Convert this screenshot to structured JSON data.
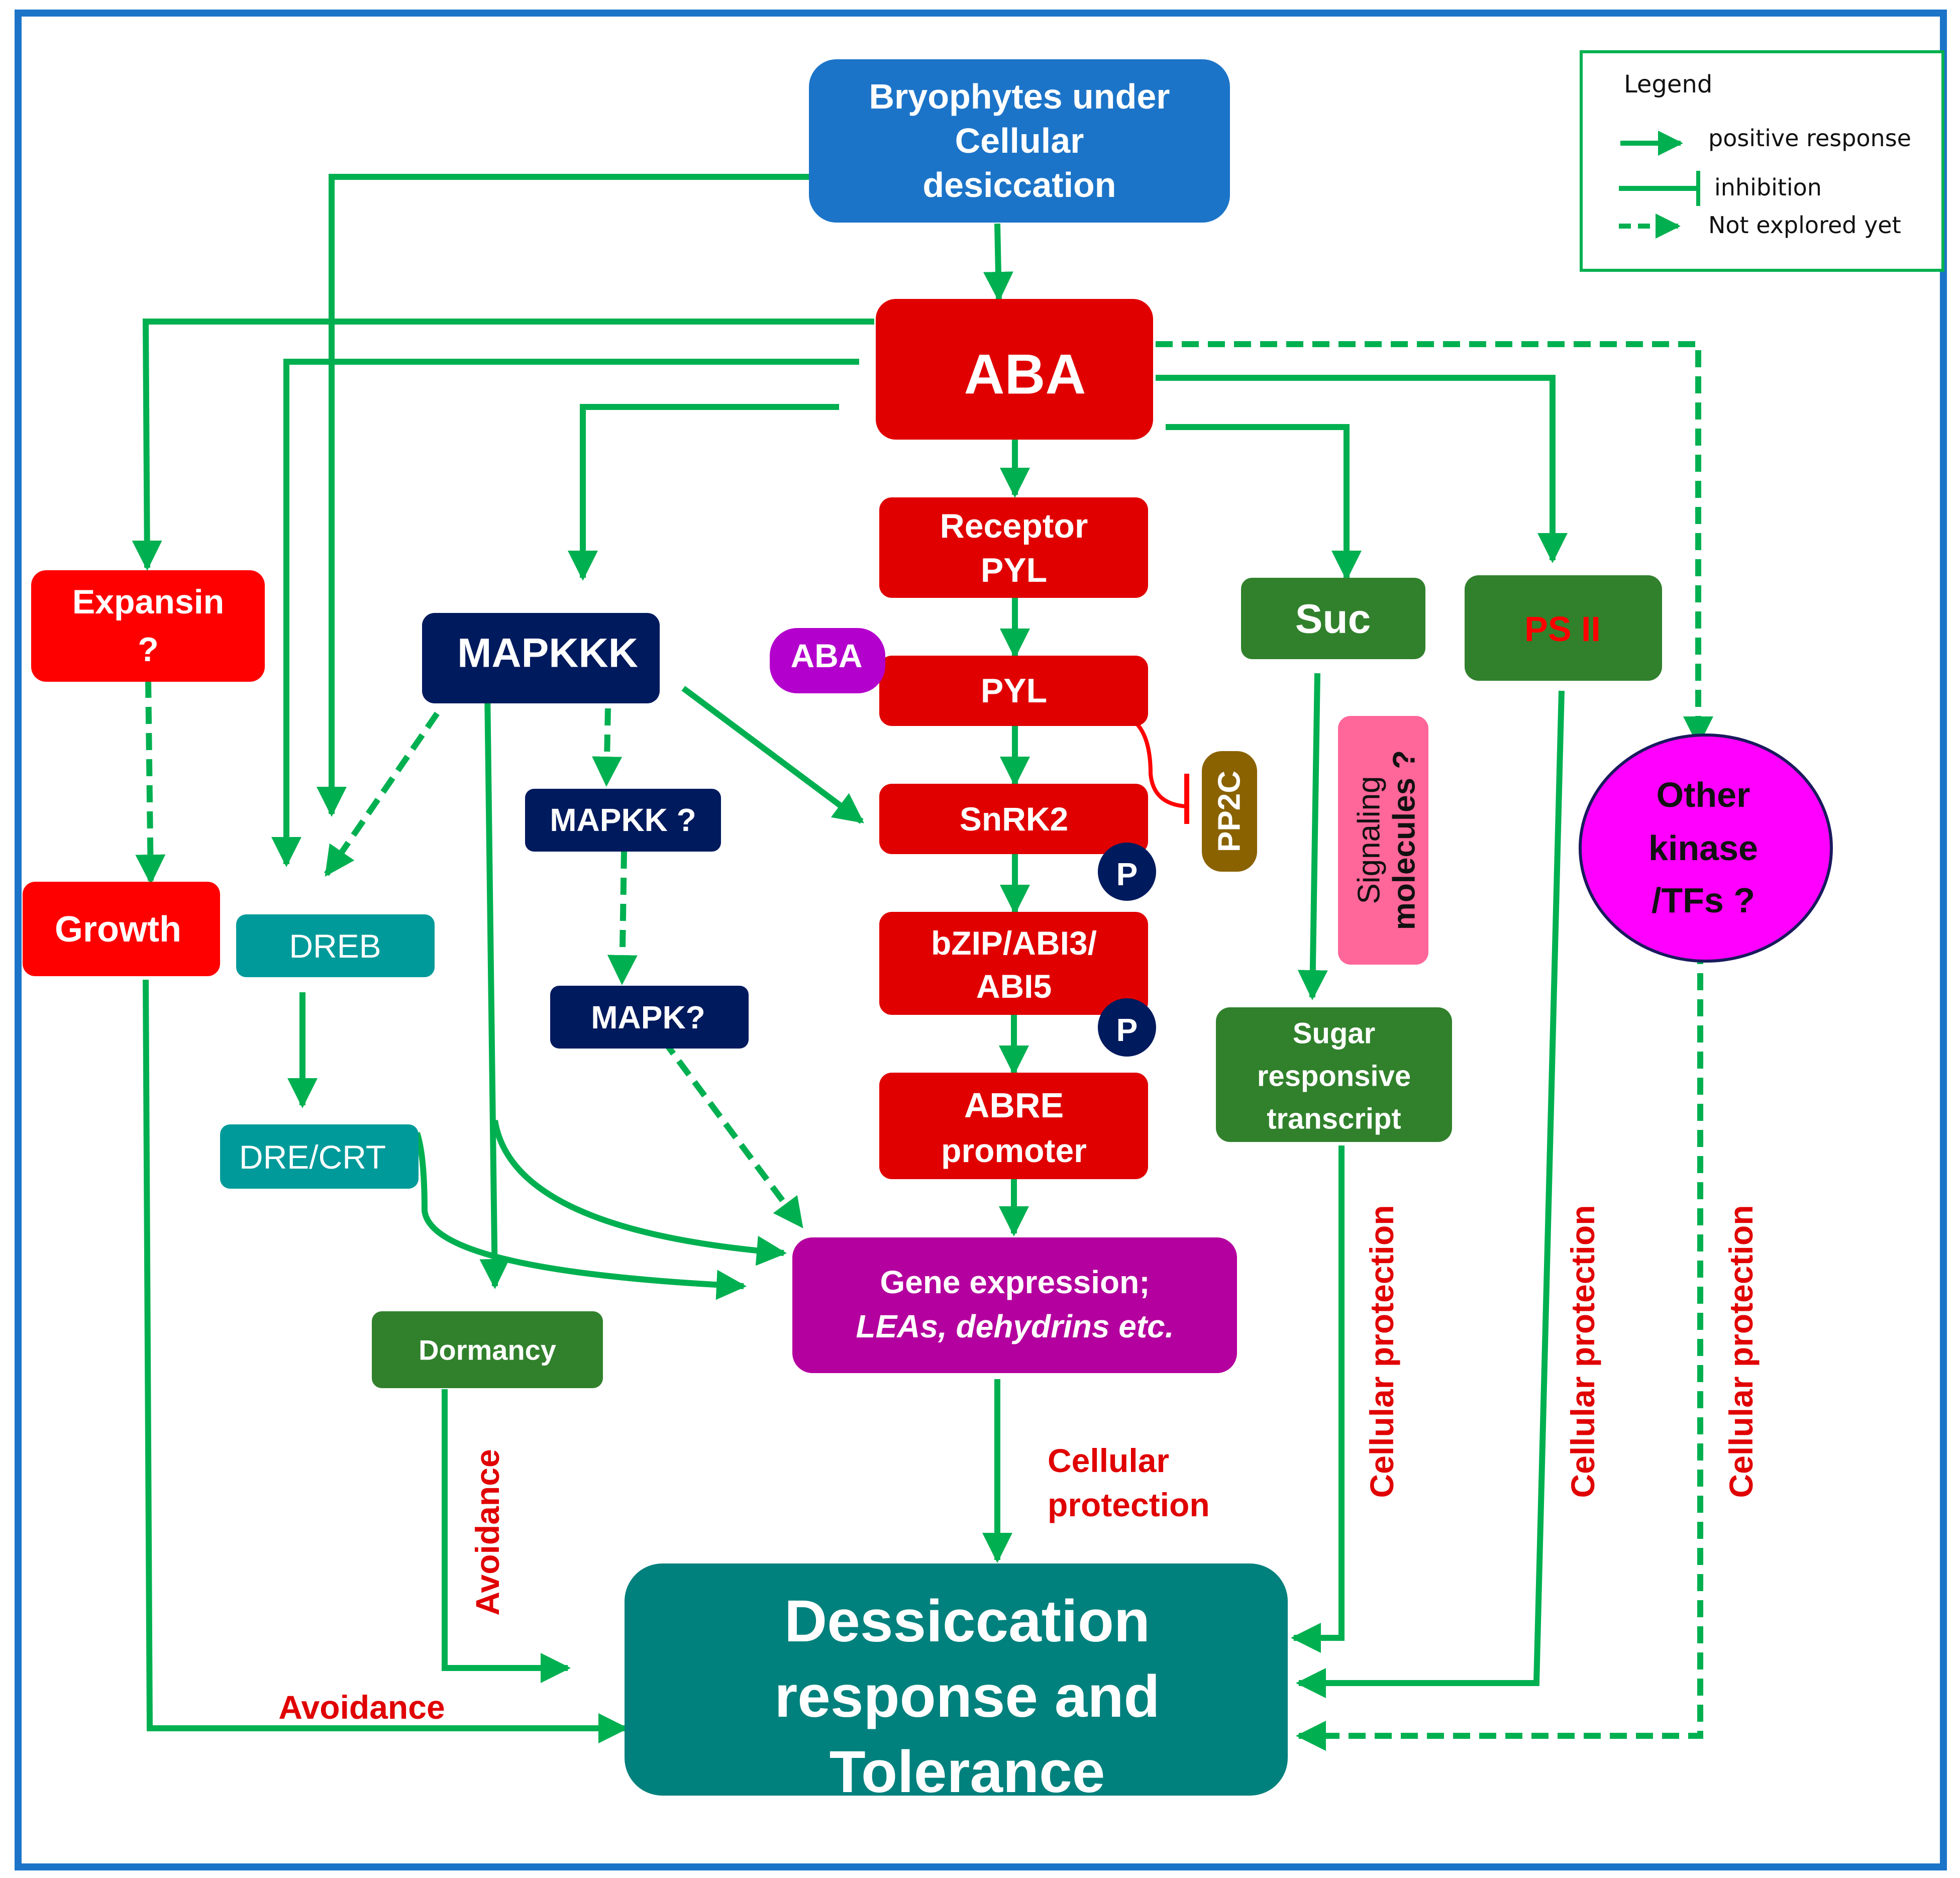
{
  "title": "ABA-mediated desiccation response pathway in bryophytes",
  "colors": {
    "frame": "#1c74c8",
    "arrow": "#00b050",
    "aba_red": "#e00000",
    "bright_red": "#ff0000",
    "navy": "#001a5e",
    "teal_light": "#009a9a",
    "dark_green": "#31812c",
    "magenta_box": "#b4009e",
    "purple_aba": "#b300cc",
    "pp2c": "#8a6200",
    "pink": "#ff6699",
    "ellipse": "#ff00ff",
    "final_teal": "#00817d",
    "blue_box": "#1c74c8"
  },
  "legend": {
    "title": "Legend",
    "items": [
      {
        "type": "arrow",
        "label": "positive response"
      },
      {
        "type": "inhibition",
        "label": "inhibition"
      },
      {
        "type": "dashed",
        "label": "Not explored yet"
      }
    ]
  },
  "nodes": {
    "bryophytes": {
      "lines": [
        "Bryophytes under",
        "Cellular",
        "desiccation"
      ]
    },
    "aba": {
      "lines": [
        "ABA"
      ]
    },
    "receptor": {
      "lines": [
        "Receptor",
        "PYL"
      ]
    },
    "aba_small": {
      "lines": [
        "ABA"
      ]
    },
    "pyl": {
      "lines": [
        "PYL"
      ]
    },
    "snrk2": {
      "lines": [
        "SnRK2"
      ]
    },
    "pp2c": {
      "lines": [
        "PP2C"
      ]
    },
    "p1": {
      "lines": [
        "P"
      ]
    },
    "bzip": {
      "lines": [
        "bZIP/ABI3/",
        "ABI5"
      ]
    },
    "p2": {
      "lines": [
        "P"
      ]
    },
    "abre": {
      "lines": [
        "ABRE",
        "promoter"
      ]
    },
    "gene": {
      "lines": [
        "Gene expression;",
        "LEAs, dehydrins etc."
      ]
    },
    "expansin": {
      "lines": [
        "Expansin",
        "?"
      ]
    },
    "growth": {
      "lines": [
        "Growth"
      ]
    },
    "dreb": {
      "lines": [
        "DREB"
      ]
    },
    "drecrt": {
      "lines": [
        "DRE/CRT"
      ]
    },
    "mapkkk": {
      "lines": [
        "MAPKKK"
      ]
    },
    "mapkk": {
      "lines": [
        "MAPKK ?"
      ]
    },
    "mapk": {
      "lines": [
        "MAPK?"
      ]
    },
    "dormancy": {
      "lines": [
        "Dormancy"
      ]
    },
    "suc": {
      "lines": [
        "Suc"
      ]
    },
    "psii": {
      "lines": [
        "PS II"
      ]
    },
    "signaling": {
      "lines": [
        "Signaling",
        "molecules ?"
      ]
    },
    "sugar": {
      "lines": [
        "Sugar",
        "responsive",
        "transcript"
      ]
    },
    "other": {
      "lines": [
        "Other",
        "kinase",
        "/TFs ?"
      ]
    },
    "final": {
      "lines": [
        "Dessiccation",
        "response and",
        "Tolerance"
      ]
    }
  },
  "edge_labels": {
    "avoidance_dormancy": "Avoidance",
    "avoidance_growth": "Avoidance",
    "cellular_protection_gene": [
      "Cellular",
      "protection"
    ],
    "cellular_protection_sugar": "Cellular protection",
    "cellular_protection_psii": "Cellular protection",
    "cellular_protection_other": "Cellular protection"
  },
  "edges": [
    {
      "from": "bryophytes",
      "to": "aba",
      "type": "positive"
    },
    {
      "from": "bryophytes",
      "to": "dreb",
      "type": "positive"
    },
    {
      "from": "aba",
      "to": "expansin",
      "type": "positive"
    },
    {
      "from": "aba",
      "to": "dreb",
      "type": "positive"
    },
    {
      "from": "aba",
      "to": "mapkkk",
      "type": "positive"
    },
    {
      "from": "aba",
      "to": "receptor",
      "type": "positive"
    },
    {
      "from": "aba",
      "to": "suc",
      "type": "positive"
    },
    {
      "from": "aba",
      "to": "psii",
      "type": "positive"
    },
    {
      "from": "aba",
      "to": "other",
      "type": "not-explored"
    },
    {
      "from": "receptor",
      "to": "pyl",
      "type": "positive"
    },
    {
      "from": "pyl",
      "to": "snrk2",
      "type": "positive"
    },
    {
      "from": "pyl",
      "to": "pp2c",
      "type": "inhibition"
    },
    {
      "from": "snrk2",
      "to": "bzip",
      "type": "positive"
    },
    {
      "from": "bzip",
      "to": "abre",
      "type": "positive"
    },
    {
      "from": "abre",
      "to": "gene",
      "type": "positive"
    },
    {
      "from": "expansin",
      "to": "growth",
      "type": "not-explored"
    },
    {
      "from": "mapkkk",
      "to": "dreb",
      "type": "not-explored"
    },
    {
      "from": "mapkkk",
      "to": "mapkk",
      "type": "not-explored"
    },
    {
      "from": "mapkkk",
      "to": "snrk2",
      "type": "positive"
    },
    {
      "from": "mapkkk",
      "to": "dormancy",
      "type": "positive"
    },
    {
      "from": "mapkkk",
      "to": "gene",
      "type": "positive"
    },
    {
      "from": "mapkk",
      "to": "mapk",
      "type": "not-explored"
    },
    {
      "from": "mapk",
      "to": "gene",
      "type": "not-explored"
    },
    {
      "from": "dreb",
      "to": "drecrt",
      "type": "positive"
    },
    {
      "from": "drecrt",
      "to": "gene",
      "type": "positive"
    },
    {
      "from": "suc",
      "to": "sugar",
      "type": "positive"
    },
    {
      "from": "gene",
      "to": "final",
      "type": "positive"
    },
    {
      "from": "dormancy",
      "to": "final",
      "type": "positive"
    },
    {
      "from": "growth",
      "to": "final",
      "type": "positive"
    },
    {
      "from": "sugar",
      "to": "final",
      "type": "positive"
    },
    {
      "from": "psii",
      "to": "final",
      "type": "positive"
    },
    {
      "from": "other",
      "to": "final",
      "type": "not-explored"
    }
  ]
}
